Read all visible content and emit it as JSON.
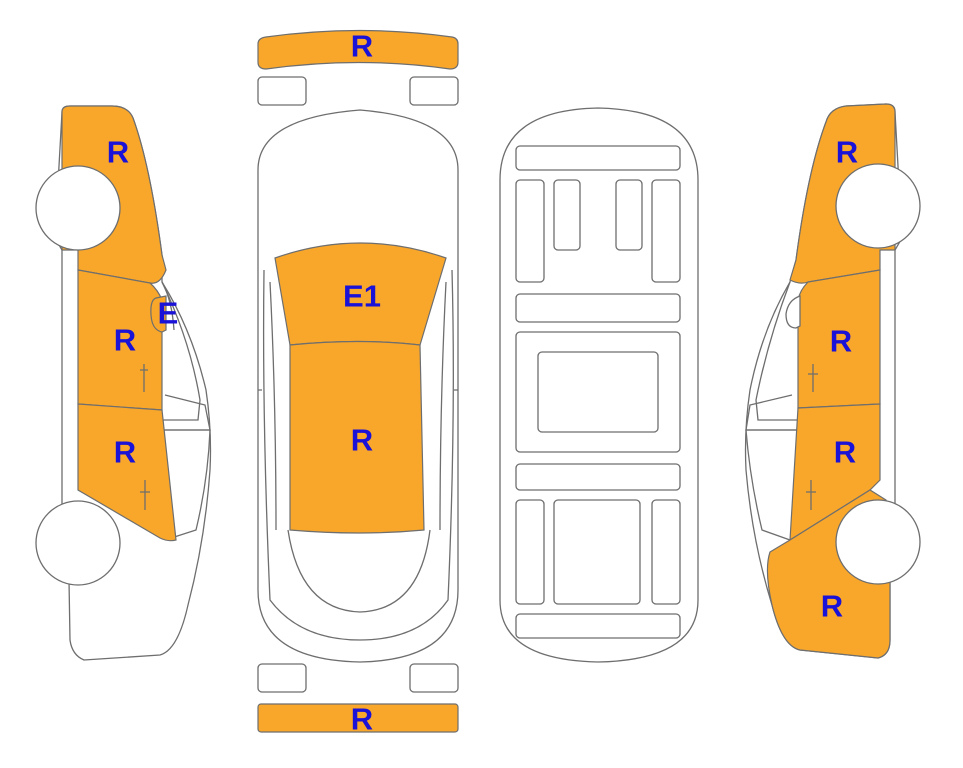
{
  "colors": {
    "damage_fill": "#F9A72B",
    "label": "#1A12D6",
    "outline": "#6E6E6E",
    "background": "#FFFFFF"
  },
  "labels": {
    "front_bumper": "R",
    "hood": "E1",
    "roof": "R",
    "rear_bumper": "R",
    "left_front_fender": "R",
    "left_mirror": "E",
    "left_front_door": "R",
    "left_rear_door": "R",
    "right_front_fender": "R",
    "right_front_door": "R",
    "right_rear_door": "R",
    "right_rear_quarter": "R"
  }
}
